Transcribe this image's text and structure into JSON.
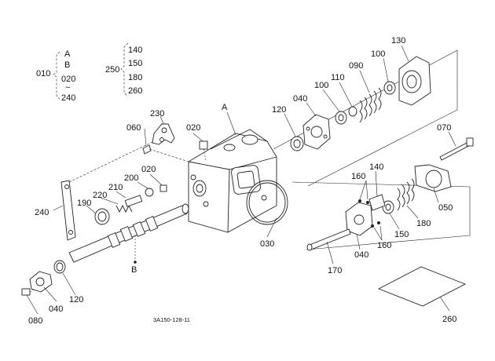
{
  "legend": {
    "group1": {
      "code": "010",
      "items": [
        "A",
        "B",
        "020",
        "~",
        "240"
      ]
    },
    "group2": {
      "code": "250",
      "items": [
        "140",
        "150",
        "180",
        "260"
      ]
    }
  },
  "labels": {
    "p130": "130",
    "p100a": "100",
    "p090": "090",
    "p110": "110",
    "p100b": "100",
    "p040a": "040",
    "p120a": "120",
    "p230": "230",
    "p020a": "020",
    "pA": "A",
    "p060": "060",
    "p070": "070",
    "p020b": "020",
    "p200": "200",
    "p210": "210",
    "p220": "220",
    "p190": "190",
    "p240": "240",
    "p160a": "160",
    "p140": "140",
    "p050": "050",
    "p180": "180",
    "p150": "150",
    "p160b": "160",
    "p040b": "040",
    "p030": "030",
    "p170": "170",
    "pB": "B",
    "p080": "080",
    "p040c": "040",
    "p120b": "120",
    "p260": "260"
  },
  "drawing_number": "3A150-128-11"
}
